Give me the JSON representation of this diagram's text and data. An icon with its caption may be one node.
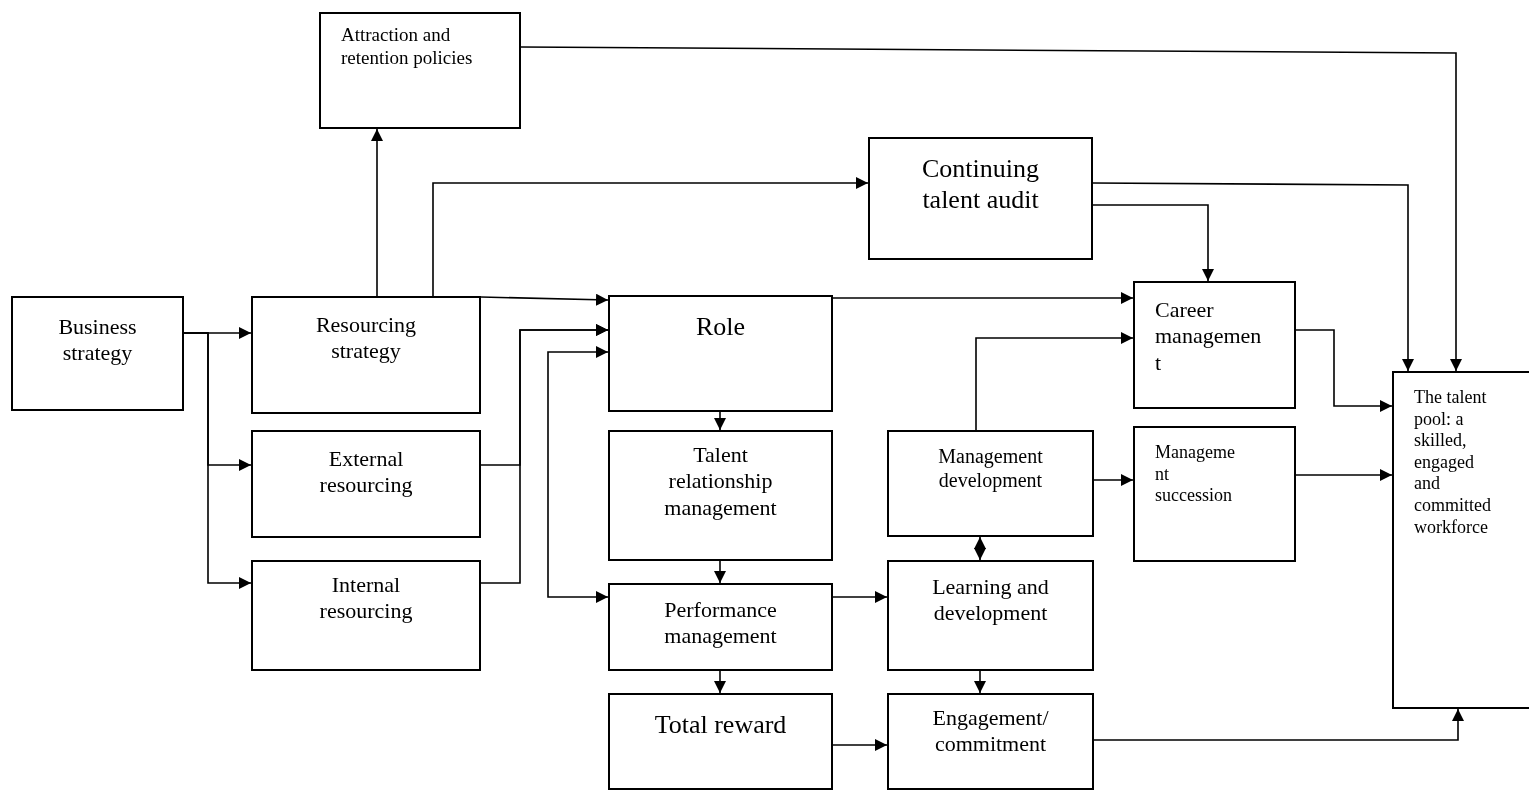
{
  "diagram": {
    "nodes": [
      {
        "text": [
          "Attraction and retention policies"
        ]
      },
      {
        "text": [
          "Continuing talent audit"
        ]
      },
      {
        "text": [
          "Business strategy"
        ]
      },
      {
        "text": [
          "Resourcing strategy"
        ]
      },
      {
        "text": [
          "Role"
        ]
      },
      {
        "text": [
          "Career management"
        ]
      },
      {
        "text": [
          "External resourcing"
        ]
      },
      {
        "text": [
          "Talent relationship management"
        ]
      },
      {
        "text": [
          "Management development"
        ]
      },
      {
        "text": [
          "Management succession"
        ]
      },
      {
        "text": [
          "The talent pool: a skilled, engaged and committed workforce"
        ]
      },
      {
        "text": [
          "Internal resourcing"
        ]
      },
      {
        "text": [
          "Learning and development"
        ]
      },
      {
        "text": [
          "Performance management"
        ]
      },
      {
        "text": [
          "Total reward"
        ]
      },
      {
        "text": [
          "Engagement/ commitment"
        ]
      }
    ],
    "edges": [
      {
        "from": 2,
        "to": 3,
        "arrow": "to"
      },
      {
        "from": 2,
        "to": 6,
        "arrow": "to"
      },
      {
        "from": 2,
        "to": 11,
        "arrow": "to"
      },
      {
        "from": 3,
        "to": 0,
        "arrow": "to"
      },
      {
        "from": 3,
        "to": 1,
        "arrow": "to"
      },
      {
        "from": 3,
        "to": 4,
        "arrow": "to"
      },
      {
        "from": 6,
        "to": 4,
        "arrow": "to"
      },
      {
        "from": 11,
        "to": 4,
        "arrow": "to"
      },
      {
        "from": 4,
        "to": 13,
        "arrow": "both"
      },
      {
        "from": 4,
        "to": 7,
        "arrow": "to"
      },
      {
        "from": 7,
        "to": 13,
        "arrow": "to"
      },
      {
        "from": 13,
        "to": 14,
        "arrow": "to"
      },
      {
        "from": 13,
        "to": 12,
        "arrow": "to"
      },
      {
        "from": 14,
        "to": 15,
        "arrow": "to"
      },
      {
        "from": 12,
        "to": 15,
        "arrow": "to"
      },
      {
        "from": 8,
        "to": 12,
        "arrow": "both"
      },
      {
        "from": 8,
        "to": 5,
        "arrow": "to"
      },
      {
        "from": 8,
        "to": 9,
        "arrow": "to"
      },
      {
        "from": 4,
        "to": 5,
        "arrow": "to"
      },
      {
        "from": 1,
        "to": 5,
        "arrow": "to"
      },
      {
        "from": 1,
        "to": 10,
        "arrow": "to"
      },
      {
        "from": 0,
        "to": 10,
        "arrow": "to"
      },
      {
        "from": 5,
        "to": 10,
        "arrow": "to"
      },
      {
        "from": 9,
        "to": 10,
        "arrow": "to"
      },
      {
        "from": 15,
        "to": 10,
        "arrow": "to"
      }
    ]
  }
}
